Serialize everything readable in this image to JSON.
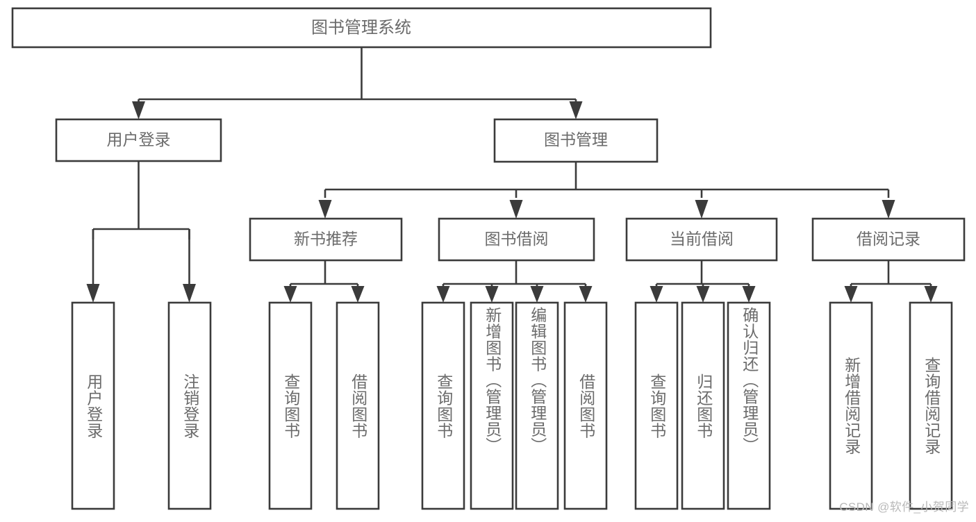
{
  "diagram": {
    "title": "图书管理系统",
    "type": "tree-hierarchy-diagram",
    "colors": {
      "box_stroke": "#3b3b3b",
      "box_fill": "#ffffff",
      "label_text": "#6b6b6b",
      "watermark_text": "#b9b9b9",
      "background": "#ffffff"
    },
    "root": {
      "label": "图书管理系统"
    },
    "level1": [
      {
        "label": "用户登录"
      },
      {
        "label": "图书管理"
      }
    ],
    "level2": [
      {
        "label": "新书推荐"
      },
      {
        "label": "图书借阅"
      },
      {
        "label": "当前借阅"
      },
      {
        "label": "借阅记录"
      }
    ],
    "leaves": {
      "user_login": [
        {
          "label": "用户登录"
        },
        {
          "label": "注销登录"
        }
      ],
      "new_book_recommend": [
        {
          "label": "查询图书"
        },
        {
          "label": "借阅图书"
        }
      ],
      "book_borrow": [
        {
          "label": "查询图书"
        },
        {
          "label": "新增图书（管理员）"
        },
        {
          "label": "编辑图书（管理员）"
        },
        {
          "label": "借阅图书"
        }
      ],
      "current_borrow": [
        {
          "label": "查询图书"
        },
        {
          "label": "归还图书"
        },
        {
          "label": "确认归还（管理员）"
        }
      ],
      "borrow_record": [
        {
          "label": "新增借阅记录"
        },
        {
          "label": "查询借阅记录"
        }
      ]
    }
  },
  "watermark": {
    "text": "CSDN @软件_小贺同学"
  }
}
